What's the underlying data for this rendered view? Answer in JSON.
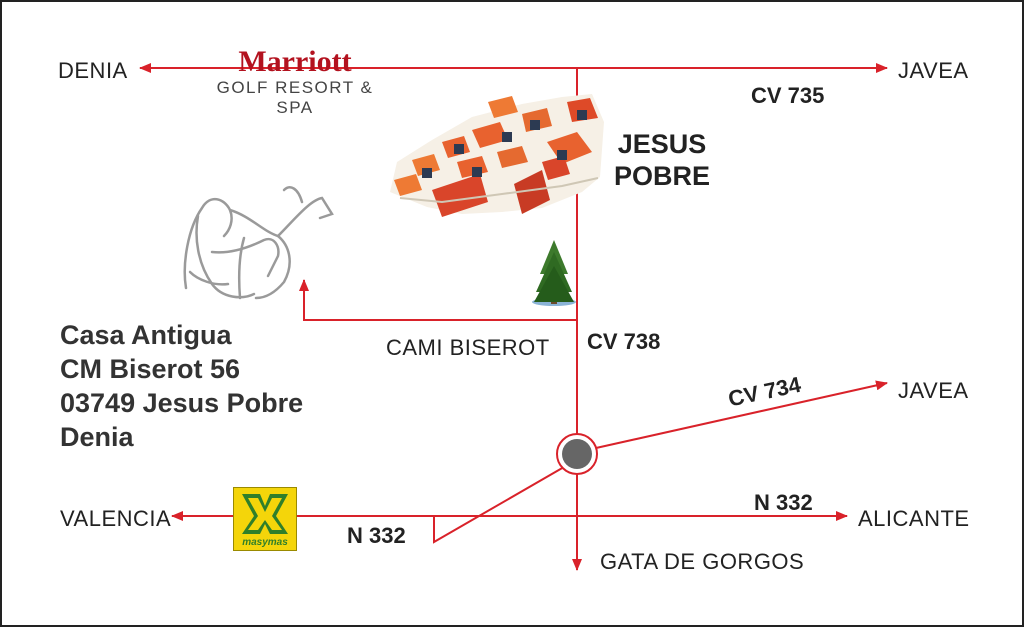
{
  "map": {
    "destinations": {
      "denia": "DENIA",
      "javea_top": "JAVEA",
      "javea_right": "JAVEA",
      "valencia": "VALENCIA",
      "alicante": "ALICANTE",
      "gata": "GATA DE GORGOS"
    },
    "roads": {
      "cv735": "CV 735",
      "cv738": "CV 738",
      "cv734": "CV 734",
      "n332_left": "N 332",
      "n332_right": "N 332",
      "cami_biserot": "CAMI BISEROT"
    },
    "town": {
      "line1": "JESUS",
      "line2": "POBRE"
    },
    "address": {
      "line1": "Casa Antigua",
      "line2": "CM Biserot 56",
      "line3": "03749 Jesus Pobre",
      "line4": "Denia"
    },
    "landmarks": {
      "marriott_name": "Marriott",
      "marriott_sub": "GOLF RESORT & SPA",
      "masymas": "masymas"
    },
    "icons": [
      "village-illustration",
      "dog-outline-icon",
      "pine-tree-icon",
      "roundabout-icon",
      "marriott-logo",
      "masymas-logo"
    ],
    "colors": {
      "road": "#d9222a",
      "text": "#222222",
      "roundabout": "#666666",
      "marriott": "#b3121f",
      "masymas_bg": "#f4d50a",
      "masymas_fg": "#2f7f2a"
    }
  }
}
